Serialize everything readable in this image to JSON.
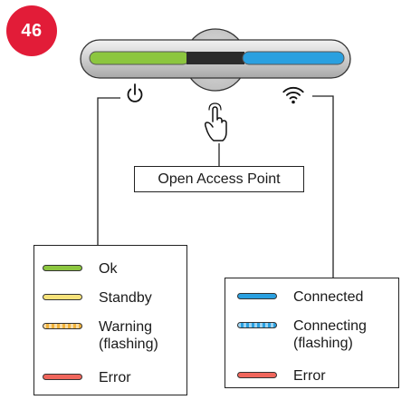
{
  "badge": "46",
  "center_label": "Open Access Point",
  "colors": {
    "green": "#8cc63f",
    "yellow": "#f6e27a",
    "orange": "#f0b23b",
    "red": "#f0665c",
    "blue": "#2aa0e0",
    "blue_dark": "#1f6fb8",
    "button": "#c9c9c9"
  },
  "icons": {
    "left": "power-icon",
    "center": "hand-press-icon",
    "right": "wifi-icon"
  },
  "legend_left": [
    {
      "label": "Ok",
      "color": "#8cc63f",
      "flashing": false
    },
    {
      "label": "Standby",
      "color": "#f6e27a",
      "flashing": false
    },
    {
      "label": "Warning\n(flashing)",
      "color": "#f0b23b",
      "flashing": true
    },
    {
      "label": "Error",
      "color": "#f0665c",
      "flashing": false
    }
  ],
  "legend_right": [
    {
      "label": "Connected",
      "color": "#2aa0e0",
      "flashing": false
    },
    {
      "label": "Connecting\n(flashing)",
      "color": "#2aa0e0",
      "flashing": true
    },
    {
      "label": "Error",
      "color": "#f0665c",
      "flashing": false
    }
  ]
}
